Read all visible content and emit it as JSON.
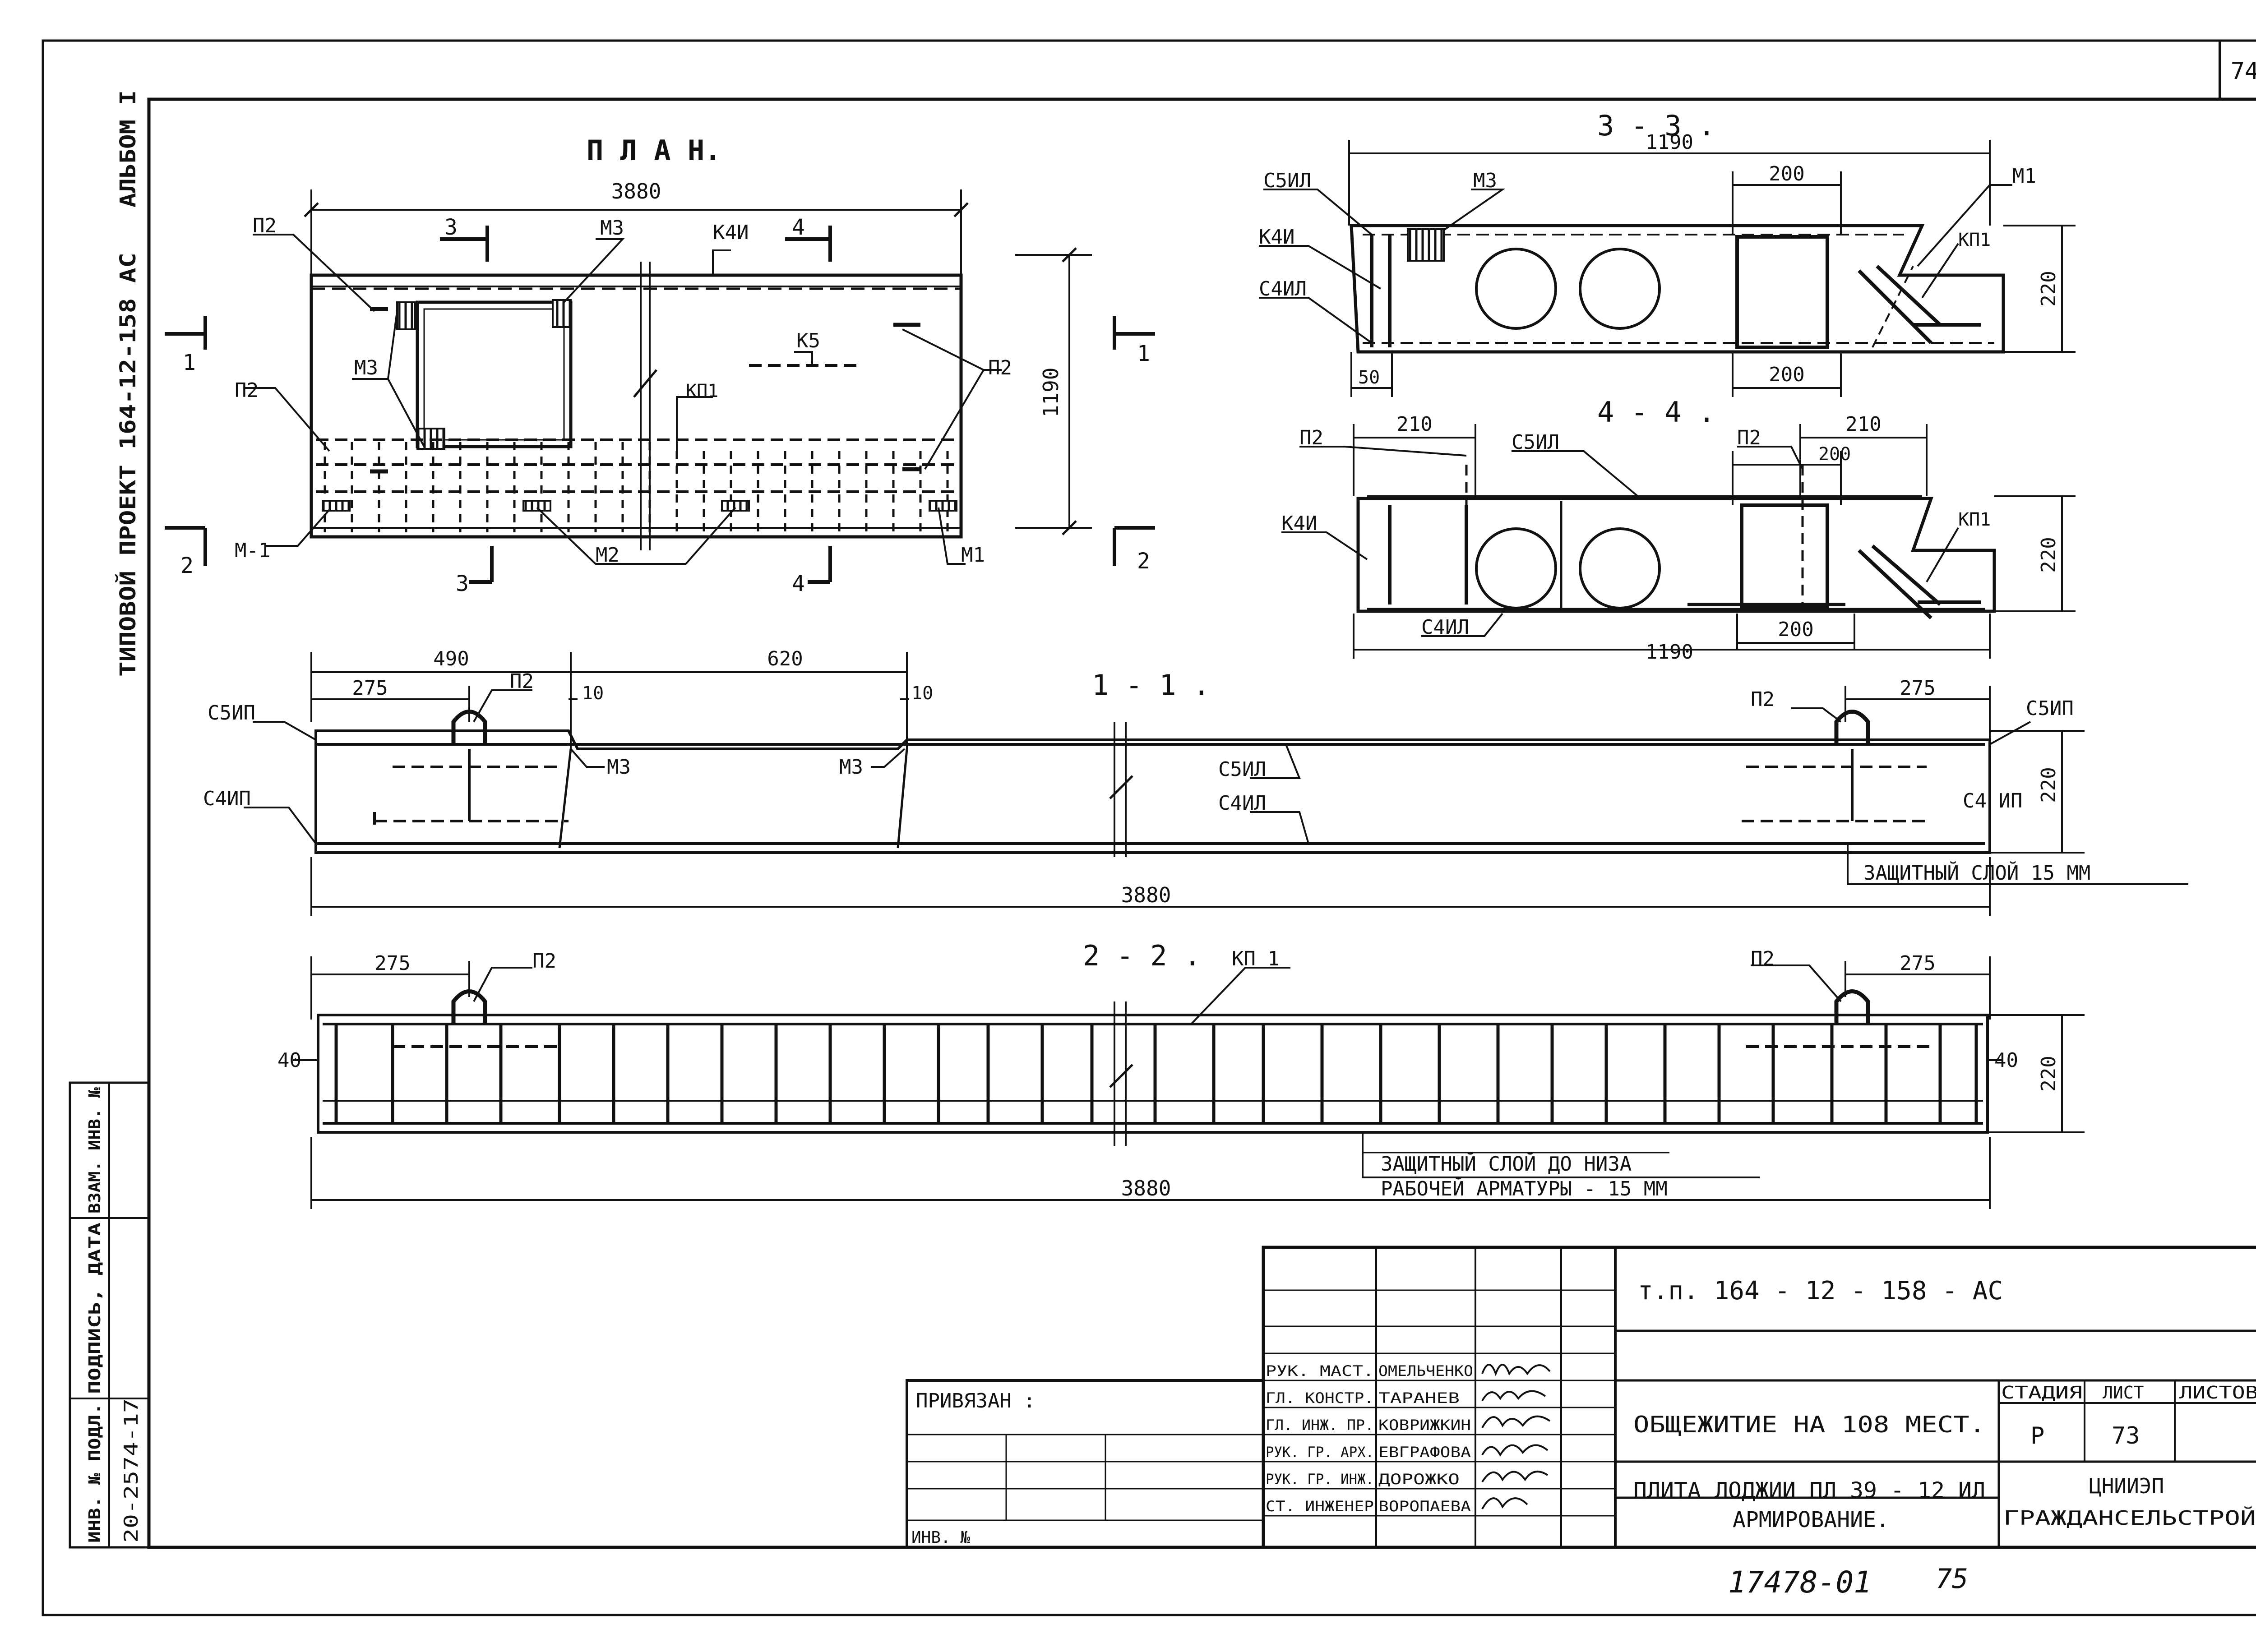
{
  "sheet": {
    "page_number": "74",
    "side_project": "ТИПОВОЙ  ПРОЕКТ  164-12-158 АС",
    "side_album": "АЛЬБОМ I",
    "footer_number": "17478-01",
    "footer_page": "75"
  },
  "plan": {
    "title": "П Л А Н.",
    "dim_length": "3880",
    "dim_width": "1190",
    "labels": {
      "p2_top": "П2",
      "p2_mid": "П2",
      "p2_right": "П2",
      "m3_top": "М3",
      "m3_left": "М3",
      "k4i": "К4И",
      "k5": "К5",
      "kp1": "КП1",
      "m_1": "М-1",
      "m2": "М2",
      "m1": "М1"
    },
    "cuts": {
      "c1": "1",
      "c2": "2",
      "c3": "3",
      "c4": "4"
    }
  },
  "section33": {
    "title": "3 - 3 .",
    "dim_1190": "1190",
    "dim_200_top": "200",
    "dim_200_bot": "200",
    "dim_220": "220",
    "dim_50": "50",
    "labels": {
      "c5il": "С5ИЛ",
      "m3": "М3",
      "m1": "М1",
      "k4i": "К4И",
      "kp1": "КП1",
      "c4il": "С4ИЛ"
    }
  },
  "section44": {
    "title": "4 - 4 .",
    "dim_210_left": "210",
    "dim_210_right": "210",
    "dim_200_top": "200",
    "dim_200_bot": "200",
    "dim_1190": "1190",
    "dim_220": "220",
    "labels": {
      "p2_left": "П2",
      "c5il": "С5ИЛ",
      "p2_right": "П2",
      "k4i": "К4И",
      "kp1": "КП1",
      "c4il": "С4ИЛ"
    }
  },
  "section11": {
    "title": "1 - 1 .",
    "dim_490": "490",
    "dim_620": "620",
    "dim_275_left": "275",
    "dim_275_right": "275",
    "dim_10_left": "10",
    "dim_10_right": "10",
    "dim_3880": "3880",
    "dim_220": "220",
    "labels": {
      "c5ip_left": "С5ИП",
      "p2_left": "П2",
      "c4ip_left": "С4ИП",
      "m3_left": "М3",
      "m3_mid": "М3",
      "c5il": "С5ИЛ",
      "c4il": "С4ИЛ",
      "p2_right": "П2",
      "c5ip_right": "С5ИП",
      "c4ip_right": "С4 ИП"
    },
    "cover_note": "ЗАЩИТНЫЙ  СЛОЙ   15 ММ"
  },
  "section22": {
    "title": "2 - 2 .",
    "dim_275_left": "275",
    "dim_275_right": "275",
    "dim_3880": "3880",
    "dim_40_left": "40",
    "dim_40_right": "40",
    "dim_220": "220",
    "labels": {
      "p2_left": "П2",
      "kp1": "КП 1",
      "p2_right": "П2"
    },
    "note_line1": "ЗАЩИТНЫЙ  СЛОЙ  ДО  НИЗА",
    "note_line2": "РАБОЧЕЙ   АРМАТУРЫ  - 15 ММ"
  },
  "side_stamp": {
    "col1": "ИНВ. № ПОДЛ.",
    "col2": "ПОДПИСЬ, ДАТА",
    "col3": "ВЗАМ. ИНВ. №",
    "inv_value": "20-2574-17"
  },
  "title_block": {
    "code": "т.п. 164 - 12 - 158 - АС",
    "bound": "ПРИВЯЗАН :",
    "inv": "ИНВ. №",
    "roles": [
      "РУК. МАСТ.",
      "ГЛ. КОНСТР.",
      "ГЛ. ИНЖ. ПР.",
      "РУК. ГР. АРХ.",
      "РУК. ГР. ИНЖ.",
      "СТ. ИНЖЕНЕР"
    ],
    "names": [
      "ОМЕЛЬЧЕНКО",
      "ТАРАНЕВ",
      "КОВРИЖКИН",
      "ЕВГРАФОВА",
      "ДОРОЖКО",
      "ВОРОПАЕВА"
    ],
    "building": "ОБЩЕЖИТИЕ  НА  108 МЕСТ.",
    "drawing_line1": "ПЛИТА  ЛОДЖИИ  ПЛ 39 - 12 ИЛ",
    "drawing_line2": "АРМИРОВАНИЕ.",
    "stage_label": "СТАДИЯ",
    "sheet_label": "ЛИСТ",
    "sheets_label": "ЛИСТОВ",
    "stage": "Р",
    "sheet_no": "73",
    "org_line1": "ЦНИИЭП",
    "org_line2": "ГРАЖДАНСЕЛЬСТРОЙ"
  }
}
